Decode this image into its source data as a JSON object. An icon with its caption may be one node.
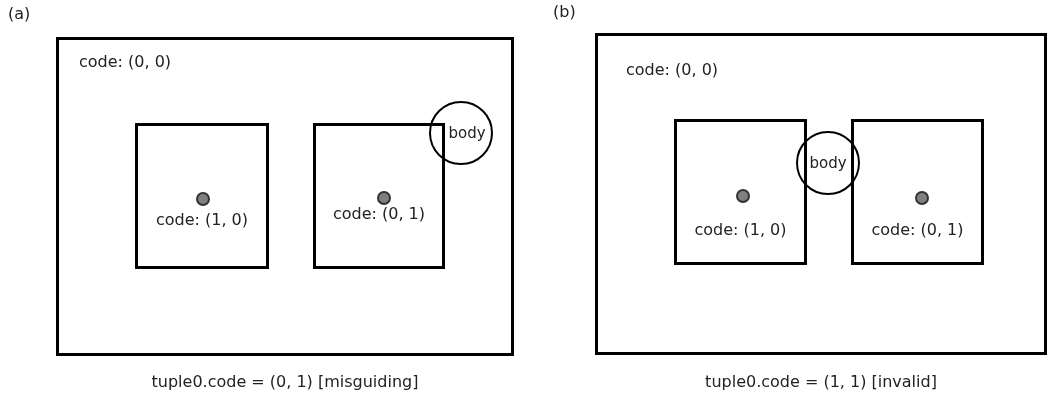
{
  "diagram": {
    "nodes": [
      {
        "text": [
          "code: (0, 0)"
        ]
      },
      {
        "text": [
          "code: (1, 0)"
        ],
        "in": 0
      },
      {
        "text": [],
        "shape": "circle",
        "in": 1
      },
      {
        "text": [
          "code: (0, 1)"
        ],
        "in": 0
      },
      {
        "text": [],
        "shape": "circle",
        "in": 3
      },
      {
        "text": [
          "body"
        ],
        "in": 0
      },
      {
        "text": [
          "code: (0, 0)"
        ]
      },
      {
        "text": [
          "code: (1, 0)"
        ],
        "in": 6
      },
      {
        "text": [],
        "shape": "circle",
        "in": 7
      },
      {
        "text": [
          "code: (0, 1)"
        ],
        "in": 6
      },
      {
        "text": [],
        "shape": "circle",
        "in": 9
      },
      {
        "text": [
          "body"
        ],
        "in": 6
      }
    ],
    "labels": [
      "(a)",
      "(b)",
      "tuple0.code = (0, 1) [misguiding]",
      "tuple0.code = (1, 1) [invalid]"
    ]
  }
}
